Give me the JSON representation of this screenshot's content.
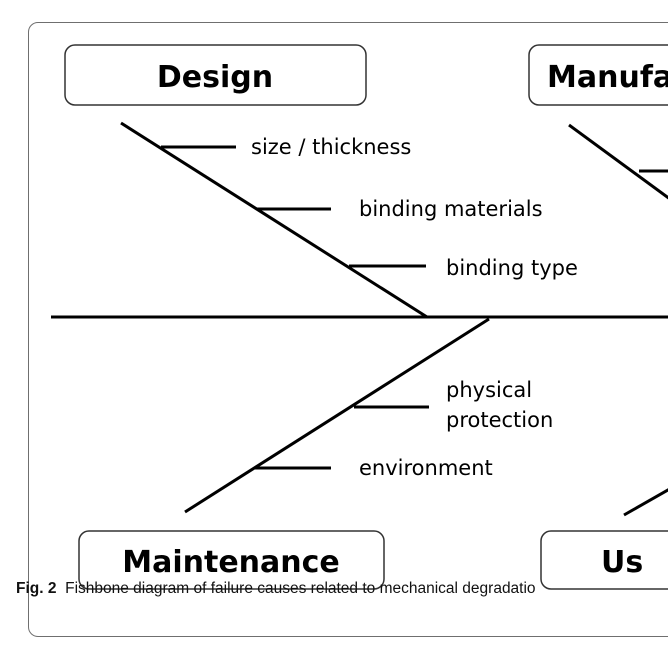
{
  "categories": {
    "design": "Design",
    "manufacturing": "Manufa",
    "maintenance": "Maintenance",
    "use": "Us"
  },
  "causes": {
    "design": [
      "size / thickness",
      "binding materials",
      "binding type"
    ],
    "maintenance_physical_line1": "physical",
    "maintenance_physical_line2": "protection",
    "maintenance_environment": "environment"
  },
  "caption": {
    "label": "Fig. 2",
    "text": "Fishbone diagram of failure causes related to mechanical degradatio"
  }
}
